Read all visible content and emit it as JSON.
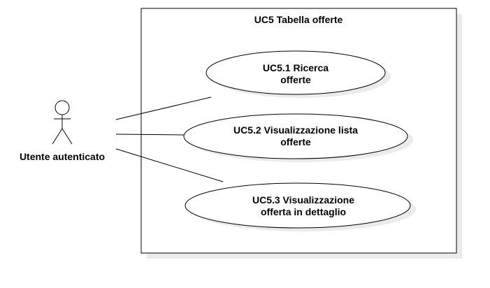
{
  "system": {
    "title": "UC5 Tabella offerte"
  },
  "actor": {
    "label": "Utente autenticato"
  },
  "use_cases": [
    {
      "line1": "UC5.1 Ricerca",
      "line2": "offerte"
    },
    {
      "line1": "UC5.2 Visualizzazione lista",
      "line2": "offerte"
    },
    {
      "line1": "UC5.3 Visualizzazione",
      "line2": "offerta in dettaglio"
    }
  ],
  "colors": {
    "stroke": "#000000",
    "shadow": "#ebebeb",
    "fill": "#ffffff"
  }
}
